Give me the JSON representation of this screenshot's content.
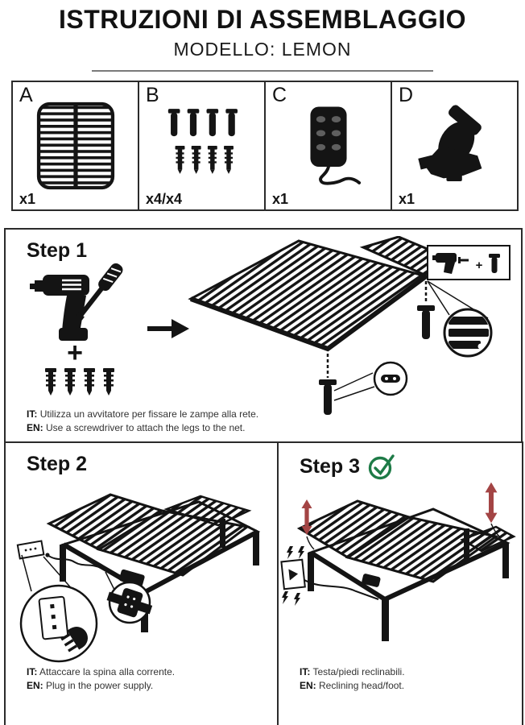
{
  "header": {
    "title": "ISTRUZIONI DI ASSEMBLAGGIO",
    "subtitle": "MODELLO: LEMON"
  },
  "parts": [
    {
      "label": "A",
      "qty": "x1",
      "icon": "slatted-bed-base-icon"
    },
    {
      "label": "B",
      "qty": "x4/x4",
      "icon": "legs-and-screws-icon"
    },
    {
      "label": "C",
      "qty": "x1",
      "icon": "remote-control-icon"
    },
    {
      "label": "D",
      "qty": "x1",
      "icon": "motor-actuator-icon"
    }
  ],
  "steps": [
    {
      "title": "Step 1",
      "caption": {
        "it_label": "IT:",
        "it_text": "Utilizza un avvitatore per fissare le zampe alla rete.",
        "en_label": "EN:",
        "en_text": "Use a screwdriver to attach the legs to the net."
      }
    },
    {
      "title": "Step 2",
      "caption": {
        "it_label": "IT:",
        "it_text": "Attaccare la spina alla corrente.",
        "en_label": "EN:",
        "en_text": "Plug in the power supply."
      }
    },
    {
      "title": "Step 3",
      "caption": {
        "it_label": "IT:",
        "it_text": "Testa/piedi reclinabili.",
        "en_label": "EN:",
        "en_text": "Reclining head/foot."
      }
    }
  ],
  "icons": {
    "plus": "+"
  },
  "colors": {
    "ink": "#141414",
    "box_border": "#2b2b2b",
    "divider_gray": "#7a7a7a",
    "check_green": "#1e7b47",
    "arrow_red": "#a34444"
  }
}
